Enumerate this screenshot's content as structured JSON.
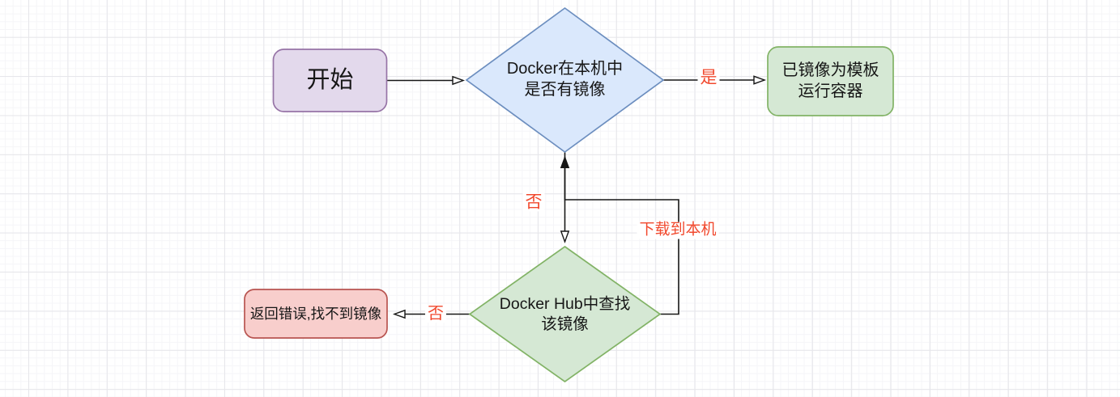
{
  "nodes": {
    "start": {
      "label": "开始"
    },
    "local_check": {
      "line1": "Docker在本机中",
      "line2": "是否有镜像"
    },
    "run_container": {
      "line1": "已镜像为模板",
      "line2": "运行容器"
    },
    "hub_search": {
      "line1": "Docker Hub中查找",
      "line2": "该镜像"
    },
    "error": {
      "label": "返回错误,找不到镜像"
    }
  },
  "edge_labels": {
    "yes": "是",
    "no_down": "否",
    "no_left": "否",
    "download": "下载到本机"
  },
  "colors": {
    "start-fill": "#e3d9ec",
    "start-stroke": "#9673a6",
    "blue-fill": "#dae8fc",
    "blue-stroke": "#6c8ebf",
    "green-fill": "#d5e8d4",
    "green-stroke": "#82b366",
    "red-fill": "#f8cecc",
    "red-stroke": "#b85450",
    "edge-label": "#f1492e",
    "line": "#161616",
    "text": "#161616",
    "grid-major": "#e6e6ea",
    "grid-minor": "#f5f5f8"
  }
}
